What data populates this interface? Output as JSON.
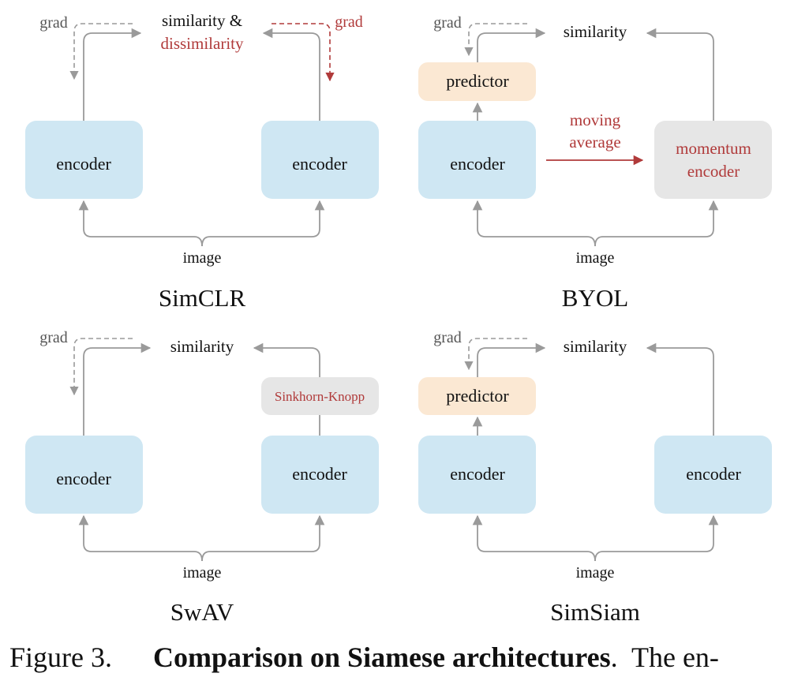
{
  "colors": {
    "encoder_fill": "#cfe7f3",
    "predictor_fill": "#fbe8d3",
    "gray_box_fill": "#e6e6e6",
    "arrow_gray": "#9a9a9a",
    "accent_red": "#b03a3a",
    "text": "#111111",
    "grad_text": "#555555"
  },
  "panels": {
    "simclr": {
      "title": "SimCLR",
      "encoder_left": "encoder",
      "encoder_right": "encoder",
      "input": "image",
      "similarity_line1": "similarity &",
      "similarity_line2": "dissimilarity",
      "grad_left": "grad",
      "grad_right": "grad"
    },
    "byol": {
      "title": "BYOL",
      "encoder_left": "encoder",
      "predictor": "predictor",
      "similarity": "similarity",
      "grad": "grad",
      "moving_line1": "moving",
      "moving_line2": "average",
      "momentum_line1": "momentum",
      "momentum_line2": "encoder",
      "input": "image"
    },
    "swav": {
      "title": "SwAV",
      "encoder_left": "encoder",
      "encoder_right": "encoder",
      "similarity": "similarity",
      "grad": "grad",
      "sinkhorn": "Sinkhorn-Knopp",
      "input": "image"
    },
    "simsiam": {
      "title": "SimSiam",
      "encoder_left": "encoder",
      "encoder_right": "encoder",
      "predictor": "predictor",
      "similarity": "similarity",
      "grad": "grad",
      "input": "image"
    }
  },
  "caption": {
    "prefix": "Figure 3.",
    "bold": "Comparison on Siamese architectures",
    "suffix": ".  The en-"
  }
}
